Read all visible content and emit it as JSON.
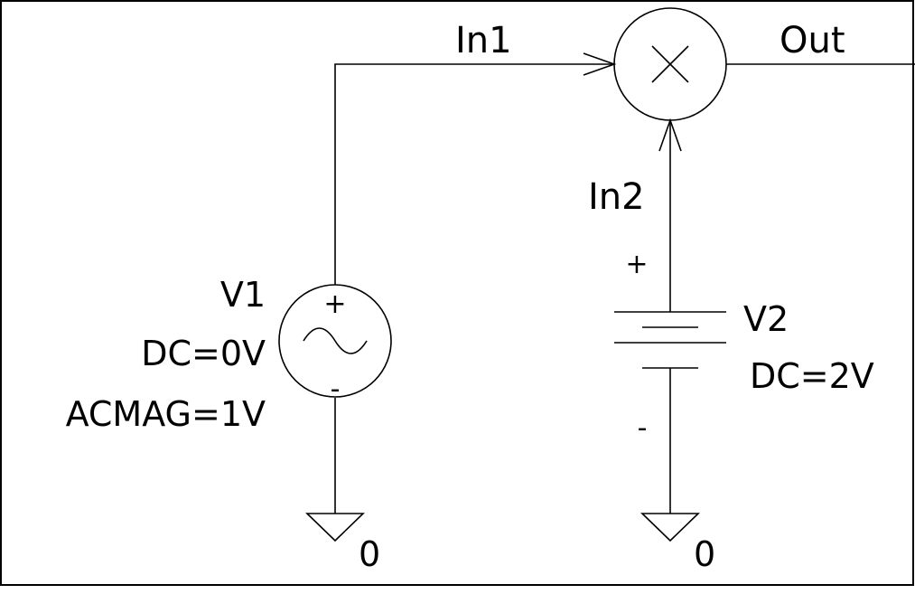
{
  "nets": {
    "in1": "In1",
    "in2": "In2",
    "out": "Out"
  },
  "v1": {
    "name": "V1",
    "dc": "DC=0V",
    "acmag": "ACMAG=1V",
    "plus": "+",
    "minus": "-"
  },
  "v2": {
    "name": "V2",
    "dc": "DC=2V",
    "plus": "+",
    "minus": "-"
  },
  "grounds": {
    "left": "0",
    "right": "0"
  },
  "colors": {
    "line": "#000000",
    "background": "#ffffff"
  },
  "icons": {
    "multiplier": "multiplier-icon",
    "ac_source": "ac-source-icon",
    "battery": "battery-icon",
    "ground": "ground-icon"
  }
}
